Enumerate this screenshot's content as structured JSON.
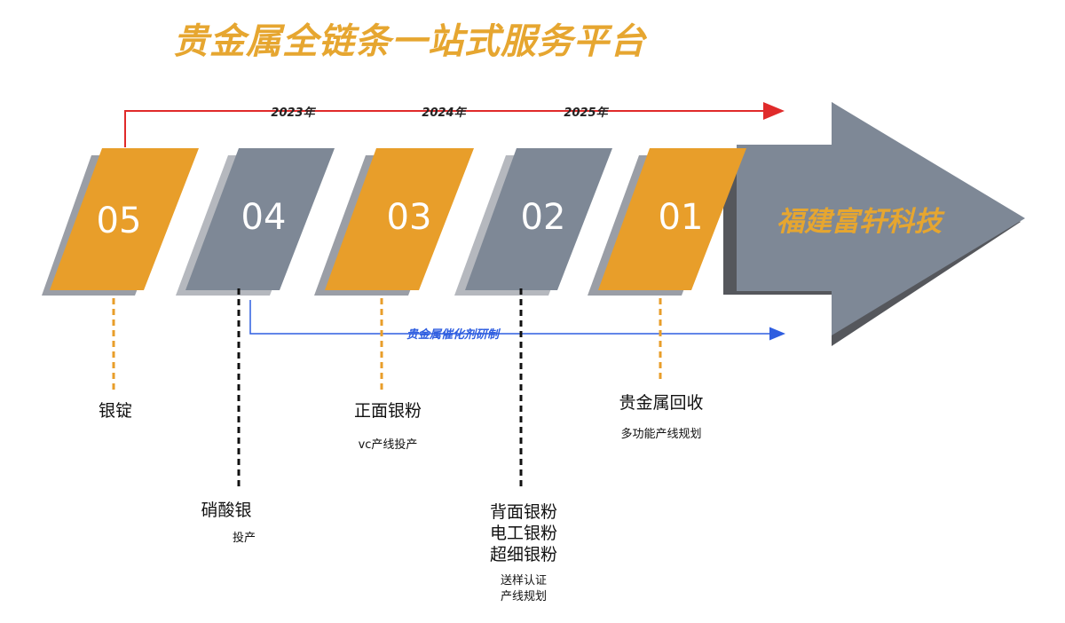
{
  "title": "贵金属全链条一站式服务平台",
  "company": "福建富轩科技",
  "timeline_years": [
    "2023年",
    "2024年",
    "2025年"
  ],
  "catalyst_line_label": "贵金属催化剂研制",
  "colors": {
    "orange": "#e89e2a",
    "gray": "#7e8896",
    "shadow": "#9a9ea6",
    "red_line": "#e02a2a",
    "blue_line": "#2f5ee0",
    "title_gold": "#e6a630"
  },
  "steps": [
    {
      "number": "05",
      "label": "银锭",
      "sub": ""
    },
    {
      "number": "04",
      "label": "硝酸银",
      "sub": "投产"
    },
    {
      "number": "03",
      "label": "正面银粉",
      "sub": "vc产线投产"
    },
    {
      "number": "02",
      "label": "背面银粉\n电工银粉\n超细银粉",
      "sub": "送样认证\n产线规划"
    },
    {
      "number": "01",
      "label": "贵金属回收",
      "sub": "多功能产线规划"
    }
  ]
}
